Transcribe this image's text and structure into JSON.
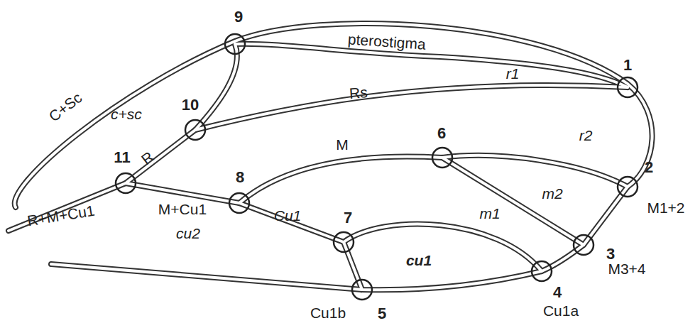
{
  "diagram": {
    "labels": [
      "pterostigma",
      "C+Sc",
      "c+sc",
      "R",
      "Rs",
      "r1",
      "r2",
      "M",
      "m2",
      "M1+2",
      "M3+4",
      "M+Cu1",
      "Cu1",
      "m1",
      "cu1",
      "cu2",
      "R+M+Cu1",
      "Cu1b",
      "Cu1a",
      "1",
      "2",
      "3",
      "4",
      "5",
      "6",
      "7",
      "8",
      "9",
      "10",
      "11"
    ]
  }
}
